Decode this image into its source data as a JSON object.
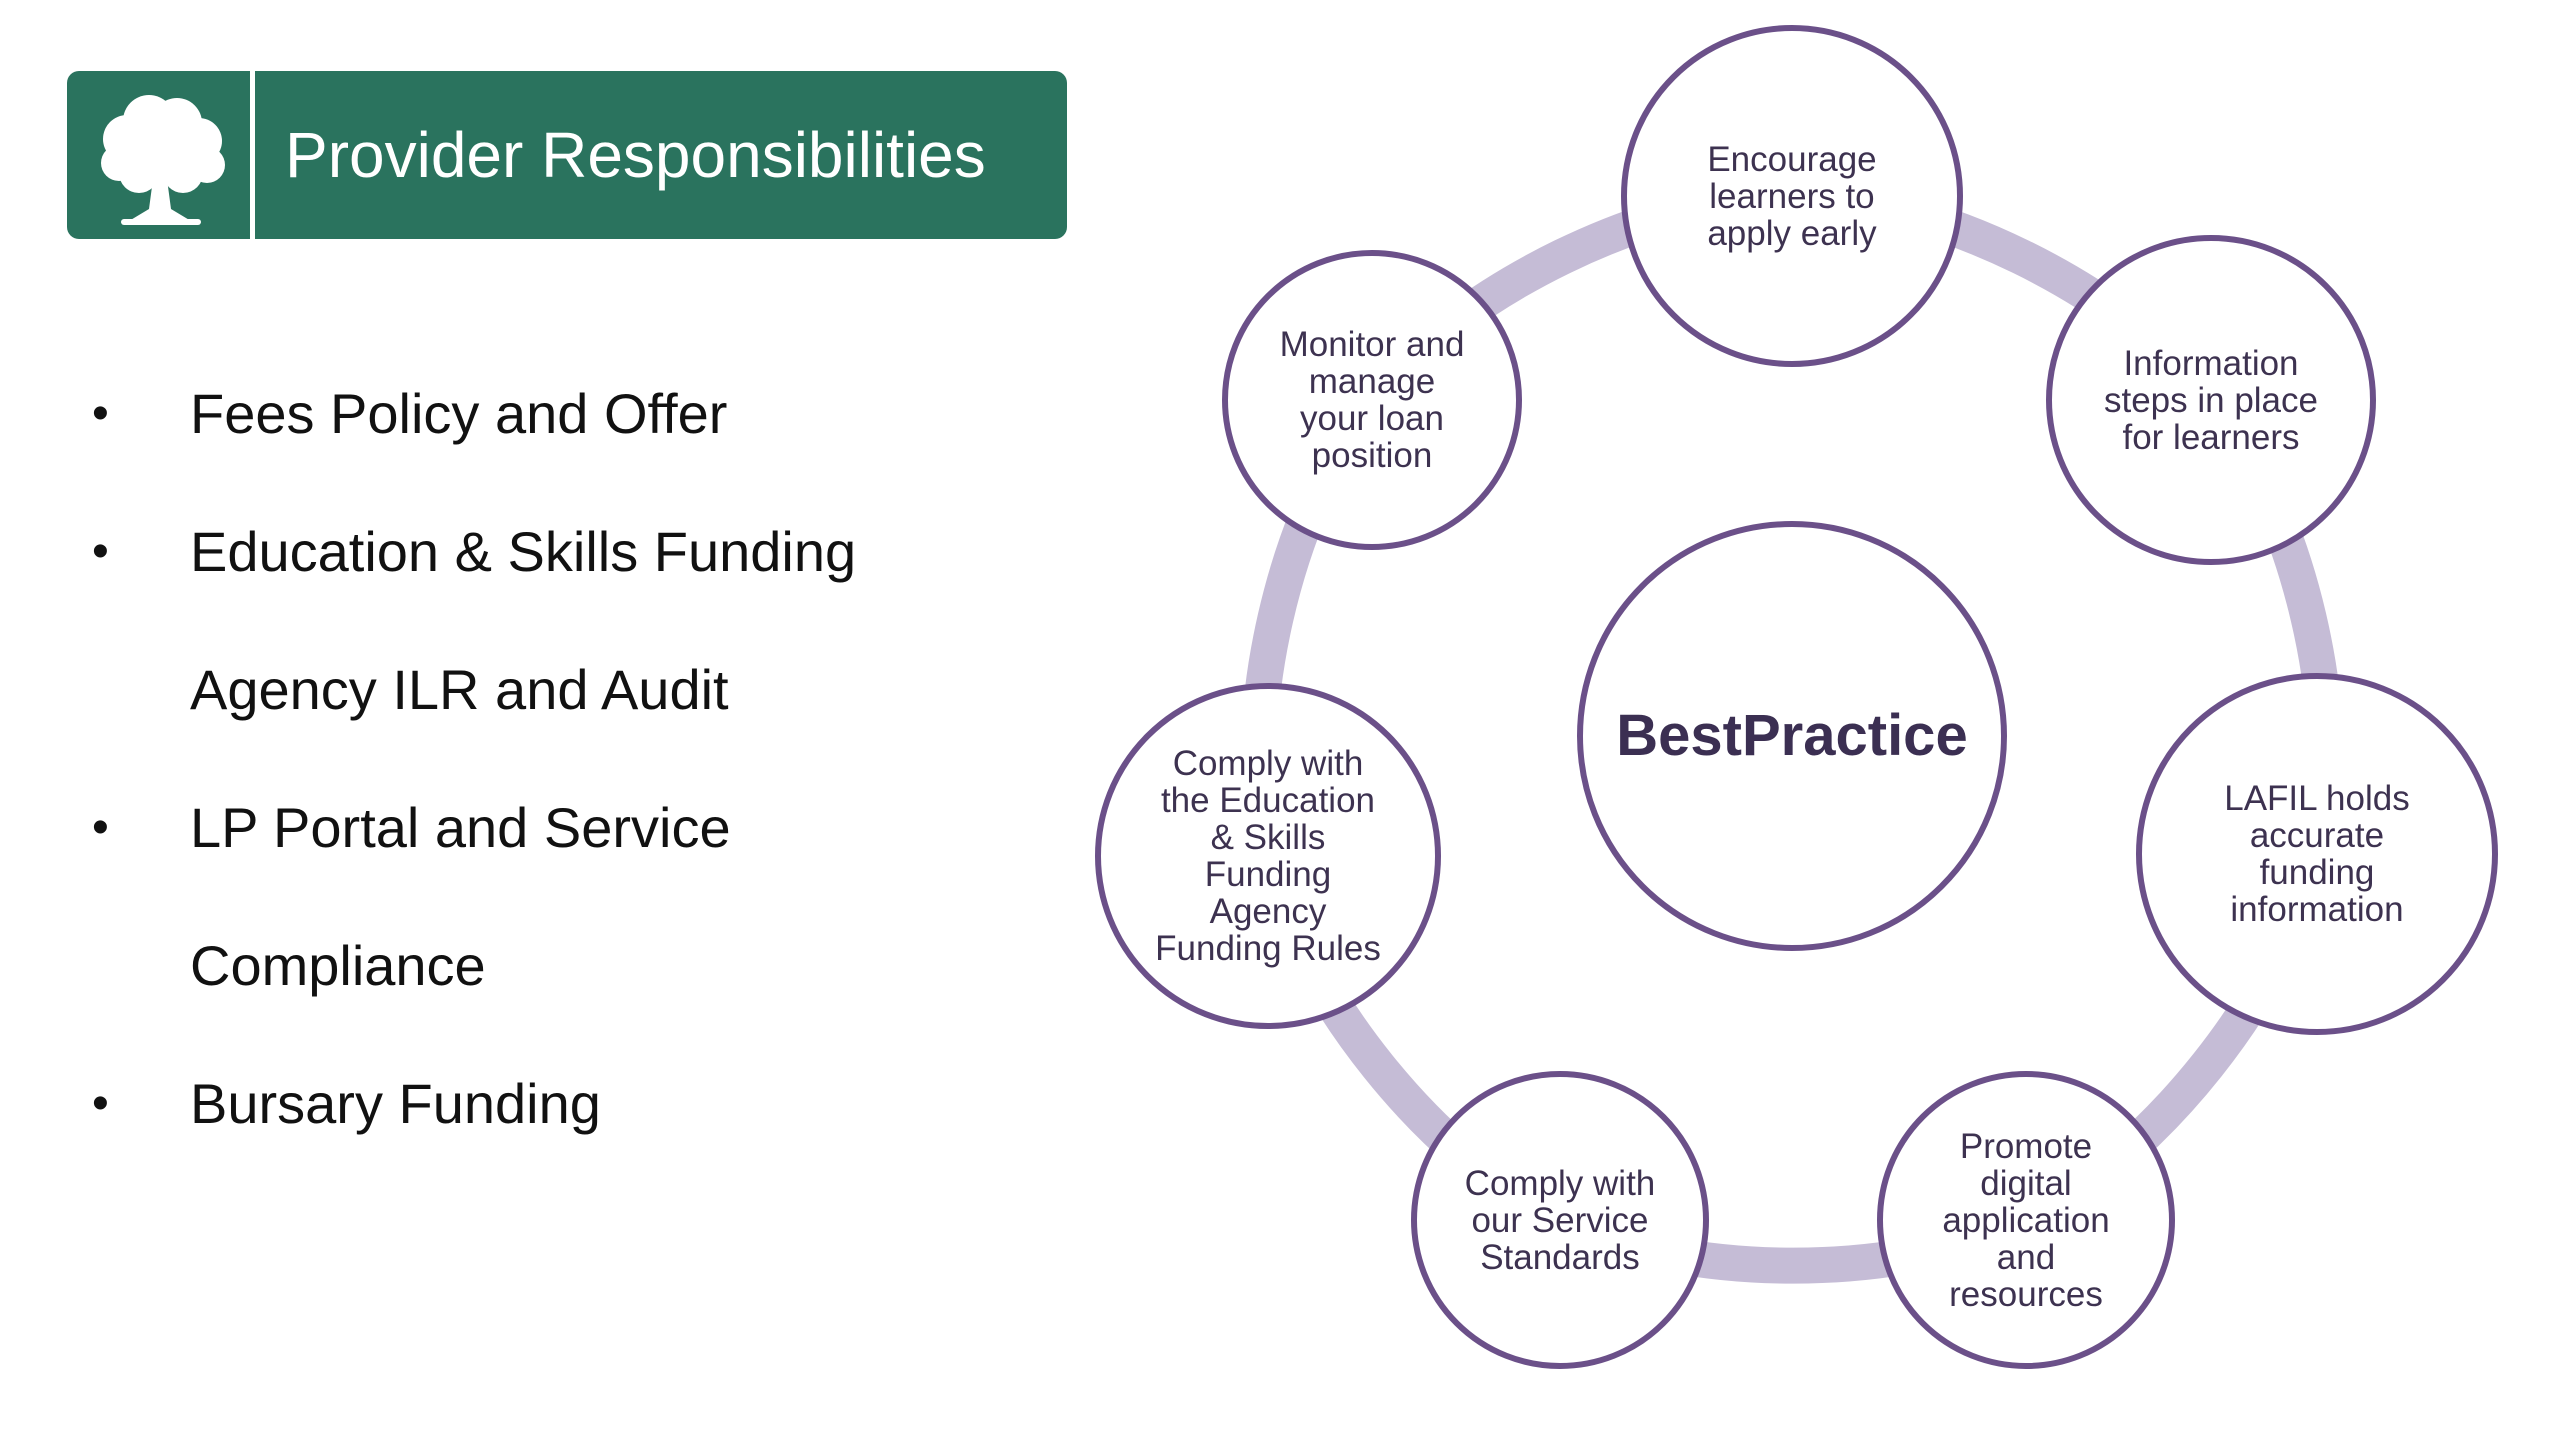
{
  "header": {
    "title": "Provider Responsibilities",
    "logo_icon": "oak-tree-icon",
    "color": "#2a735e"
  },
  "bullets": [
    {
      "lines": [
        "Fees Policy and Offer"
      ]
    },
    {
      "lines": [
        "Education & Skills Funding",
        "Agency ILR and Audit"
      ]
    },
    {
      "lines": [
        "LP Portal and Service",
        "Compliance"
      ]
    },
    {
      "lines": [
        "Bursary Funding"
      ]
    }
  ],
  "diagram": {
    "center": {
      "lines": [
        "Best",
        "Practice"
      ]
    },
    "nodes": [
      {
        "id": "encourage-learners",
        "lines": [
          "Encourage",
          "learners to",
          "apply early"
        ]
      },
      {
        "id": "information-steps",
        "lines": [
          "Information",
          "steps in place",
          "for learners"
        ]
      },
      {
        "id": "lafil-holds",
        "lines": [
          "LAFIL holds",
          "accurate",
          "funding",
          "information"
        ]
      },
      {
        "id": "promote-digital",
        "lines": [
          "Promote",
          "digital",
          "application",
          "and",
          "resources"
        ]
      },
      {
        "id": "comply-service-standards",
        "lines": [
          "Comply with",
          "our Service",
          "Standards"
        ]
      },
      {
        "id": "comply-funding-rules",
        "lines": [
          "Comply with",
          "the Education",
          "& Skills",
          "Funding",
          "Agency",
          "Funding Rules"
        ]
      },
      {
        "id": "monitor-loan",
        "lines": [
          "Monitor and",
          "manage",
          "your loan",
          "position"
        ]
      }
    ],
    "colors": {
      "node_border": "#6b5089",
      "ring": "#c5bcd6"
    }
  }
}
